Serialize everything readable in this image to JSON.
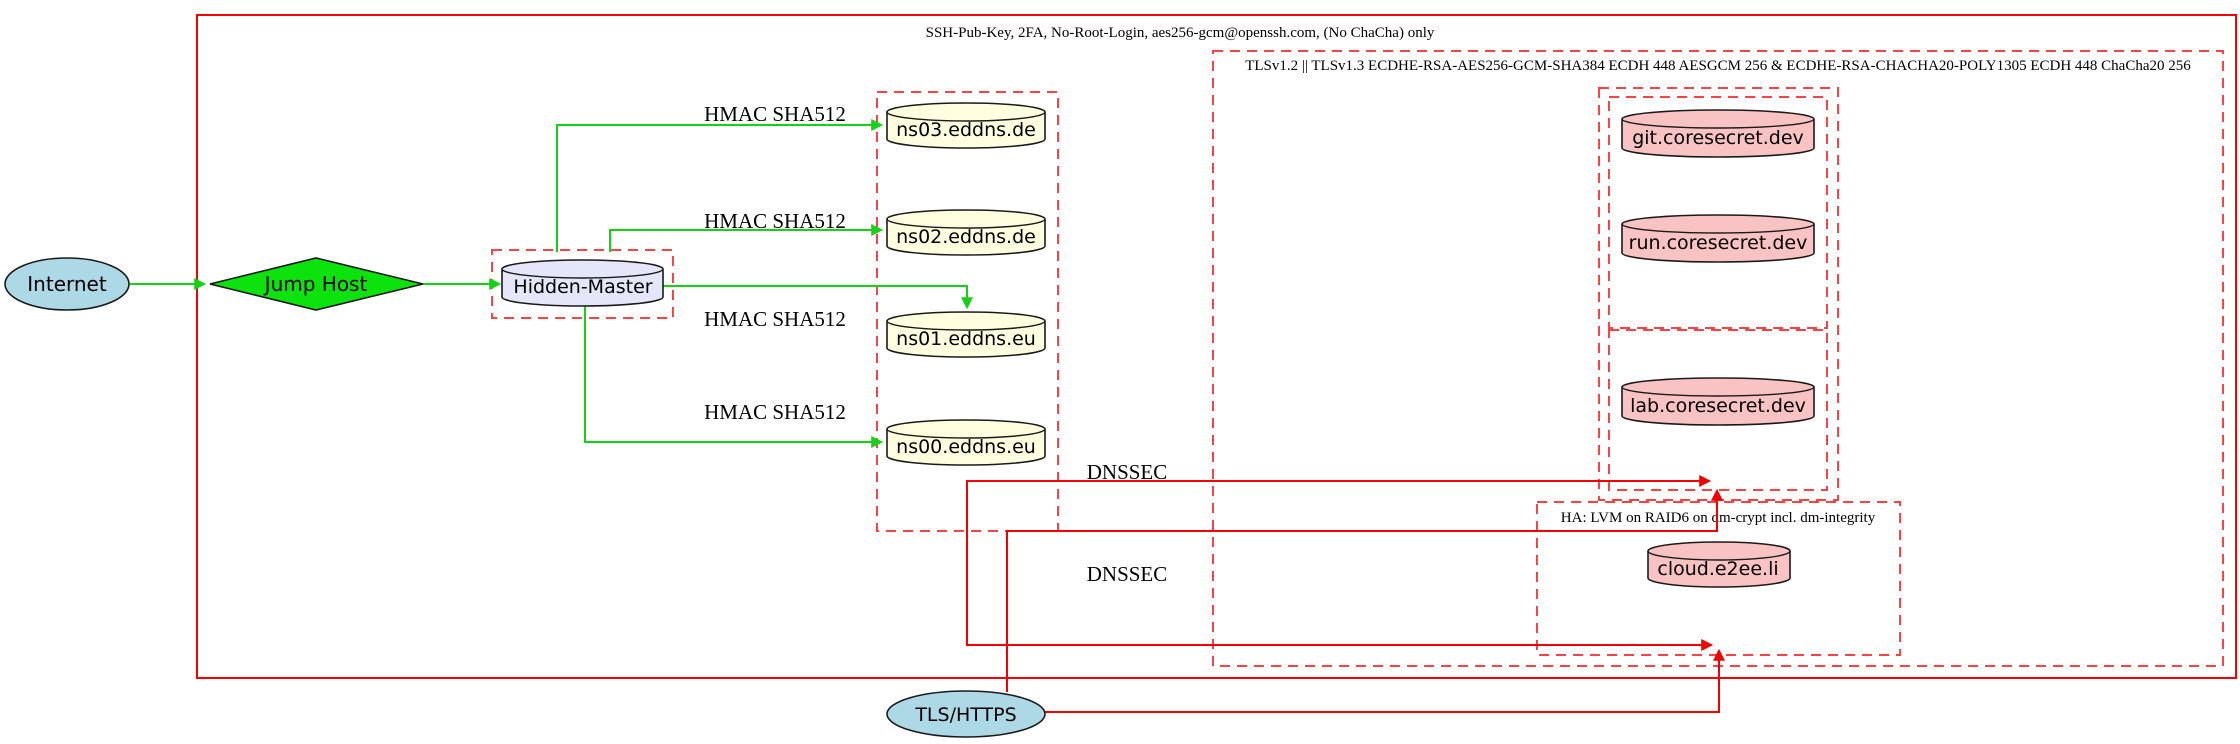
{
  "diagram": {
    "title_note": "network security diagram",
    "colors": {
      "edge_secure_green": "#16d216",
      "edge_red": "#f40000",
      "cluster_border_red": "#f84444",
      "node_internet_fill": "#add8e6",
      "node_jumphost_fill": "#0ce20c",
      "node_hiddenmaster_fill": "#e6e6fa",
      "node_dns_fill": "#ffffe0",
      "node_service_fill": "#fac3c3"
    },
    "clusters": {
      "ssh": {
        "label": "SSH-Pub-Key, 2FA, No-Root-Login, aes256-gcm@openssh.com, (No ChaCha) only"
      },
      "tls": {
        "label": "TLSv1.2 || TLSv1.3 ECDHE-RSA-AES256-GCM-SHA384 ECDH 448 AESGCM 256 & ECDHE-RSA-CHACHA20-POLY1305 ECDH 448 ChaCha20 256"
      },
      "ha": {
        "label": "HA: LVM on RAID6 on dm-crypt incl. dm-integrity"
      }
    },
    "nodes": {
      "internet": {
        "label": "Internet"
      },
      "jump_host": {
        "label": "Jump Host"
      },
      "hidden_master": {
        "label": "Hidden-Master"
      },
      "ns03": {
        "label": "ns03.eddns.de"
      },
      "ns02": {
        "label": "ns02.eddns.de"
      },
      "ns01": {
        "label": "ns01.eddns.eu"
      },
      "ns00": {
        "label": "ns00.eddns.eu"
      },
      "git": {
        "label": "git.coresecret.dev"
      },
      "run": {
        "label": "run.coresecret.dev"
      },
      "lab": {
        "label": "lab.coresecret.dev"
      },
      "cloud": {
        "label": "cloud.e2ee.li"
      },
      "tls_https": {
        "label": "TLS/HTTPS"
      }
    },
    "edge_labels": {
      "hmac": "HMAC SHA512",
      "dnssec": "DNSSEC"
    }
  }
}
